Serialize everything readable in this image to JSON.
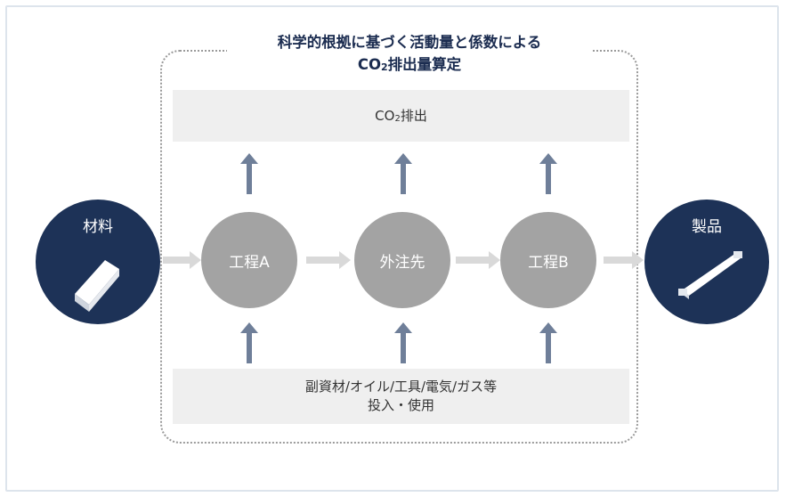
{
  "title": {
    "line1": "科学的根拠に基づく活動量と係数による",
    "line2_prefix": "CO",
    "line2_sub": "2",
    "line2_suffix": "排出量算定"
  },
  "emission_band": {
    "prefix": "CO",
    "sub": "2",
    "suffix": "排出"
  },
  "input_band": {
    "line1": "副資材/オイル/工具/電気/ガス等",
    "line2": "投入・使用"
  },
  "nodes": {
    "material": "材料",
    "process_a": "工程A",
    "outsource": "外注先",
    "process_b": "工程B",
    "product": "製品"
  },
  "colors": {
    "navy": "#1d3257",
    "process_gray": "#a3a3a3",
    "arrow_blue": "#6f7f99",
    "flow_arrow": "#d9d9d9",
    "band_bg": "#efefef"
  }
}
